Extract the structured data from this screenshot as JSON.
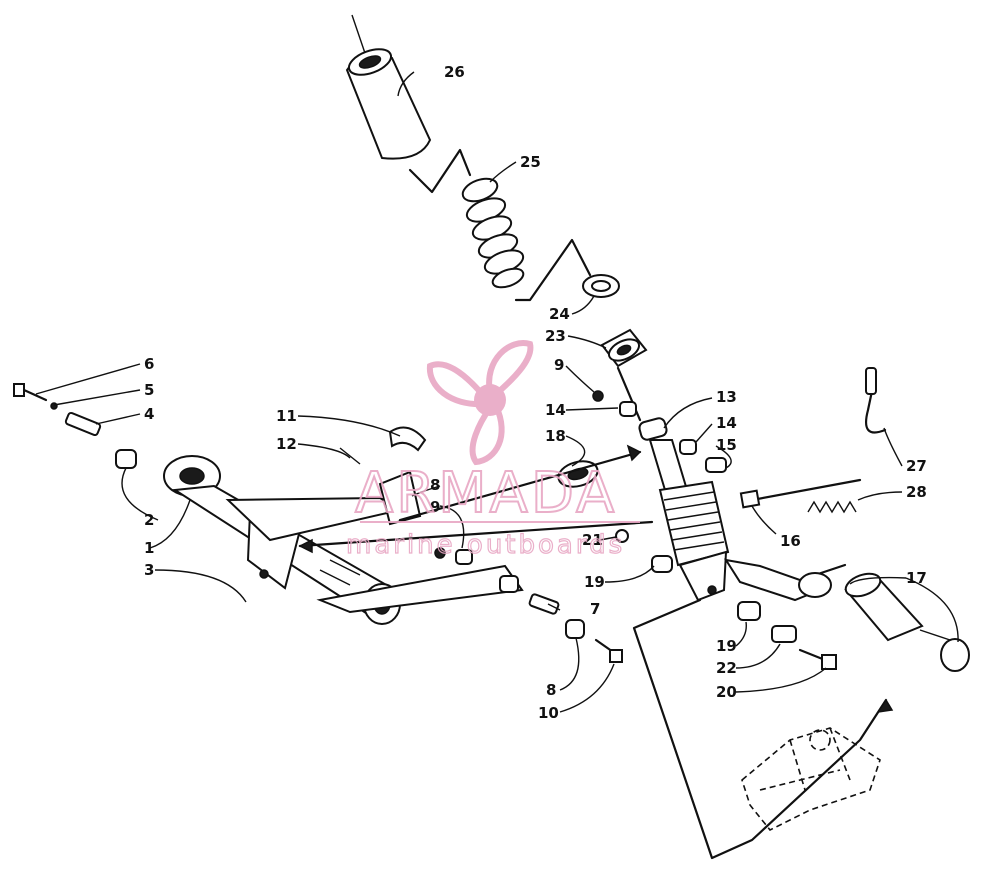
{
  "diagram": {
    "callouts": [
      {
        "id": "c1",
        "label": "1"
      },
      {
        "id": "c2",
        "label": "2"
      },
      {
        "id": "c3",
        "label": "3"
      },
      {
        "id": "c4",
        "label": "4"
      },
      {
        "id": "c5",
        "label": "5"
      },
      {
        "id": "c6",
        "label": "6"
      },
      {
        "id": "c7",
        "label": "7"
      },
      {
        "id": "c8a",
        "label": "8"
      },
      {
        "id": "c8b",
        "label": "8"
      },
      {
        "id": "c9a",
        "label": "9"
      },
      {
        "id": "c9b",
        "label": "9"
      },
      {
        "id": "c10",
        "label": "10"
      },
      {
        "id": "c11",
        "label": "11"
      },
      {
        "id": "c12",
        "label": "12"
      },
      {
        "id": "c13",
        "label": "13"
      },
      {
        "id": "c14a",
        "label": "14"
      },
      {
        "id": "c14b",
        "label": "14"
      },
      {
        "id": "c15",
        "label": "15"
      },
      {
        "id": "c16",
        "label": "16"
      },
      {
        "id": "c17",
        "label": "17"
      },
      {
        "id": "c18",
        "label": "18"
      },
      {
        "id": "c19a",
        "label": "19"
      },
      {
        "id": "c19b",
        "label": "19"
      },
      {
        "id": "c20",
        "label": "20"
      },
      {
        "id": "c21",
        "label": "21"
      },
      {
        "id": "c22",
        "label": "22"
      },
      {
        "id": "c23",
        "label": "23"
      },
      {
        "id": "c24",
        "label": "24"
      },
      {
        "id": "c25",
        "label": "25"
      },
      {
        "id": "c26",
        "label": "26"
      },
      {
        "id": "c27",
        "label": "27"
      },
      {
        "id": "c28",
        "label": "28"
      }
    ]
  },
  "watermark": {
    "brand": "ARMADA",
    "tagline": "marine outboards",
    "color": "#e8a7c4",
    "icon": "propeller-icon"
  }
}
